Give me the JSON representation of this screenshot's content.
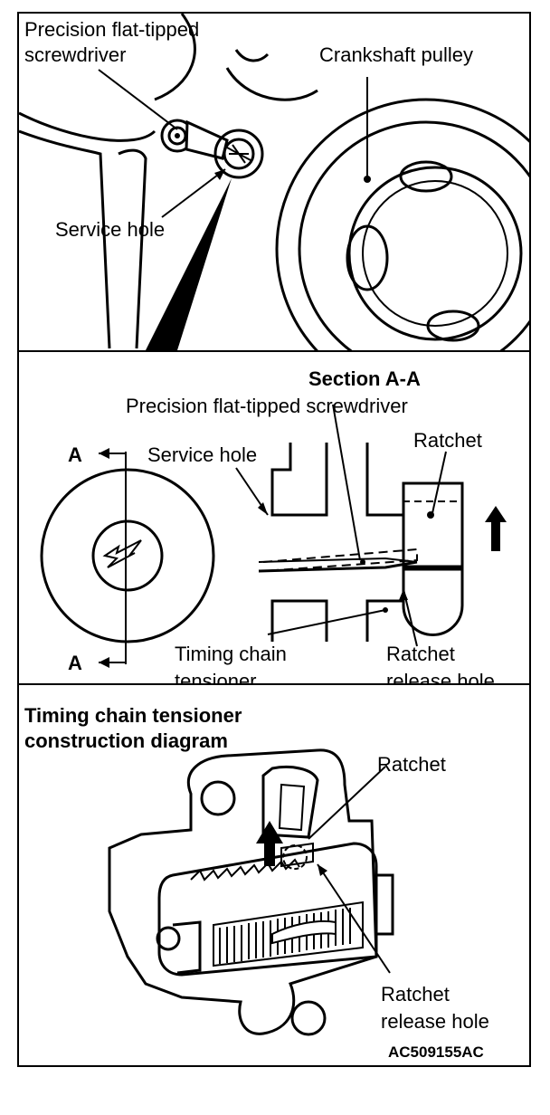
{
  "panel1": {
    "label_screwdriver": "Precision flat-tipped\nscrewdriver",
    "label_screwdriver_line1": "Precision flat-tipped",
    "label_screwdriver_line2": "screwdriver",
    "label_pulley": "Crankshaft pulley",
    "label_service_hole": "Service hole"
  },
  "panel2": {
    "title": "Section A-A",
    "label_screwdriver": "Precision flat-tipped screwdriver",
    "label_service_hole": "Service hole",
    "label_ratchet": "Ratchet",
    "label_a_top": "A",
    "label_a_bottom": "A",
    "label_tensioner_line1": "Timing chain",
    "label_tensioner_line2": "tensioner",
    "label_release_line1": "Ratchet",
    "label_release_line2": "release hole"
  },
  "panel3": {
    "title_line1": "Timing chain tensioner",
    "title_line2": "construction diagram",
    "label_ratchet": "Ratchet",
    "label_release_line1": "Ratchet",
    "label_release_line2": "release hole",
    "code": "AC509155AC"
  }
}
